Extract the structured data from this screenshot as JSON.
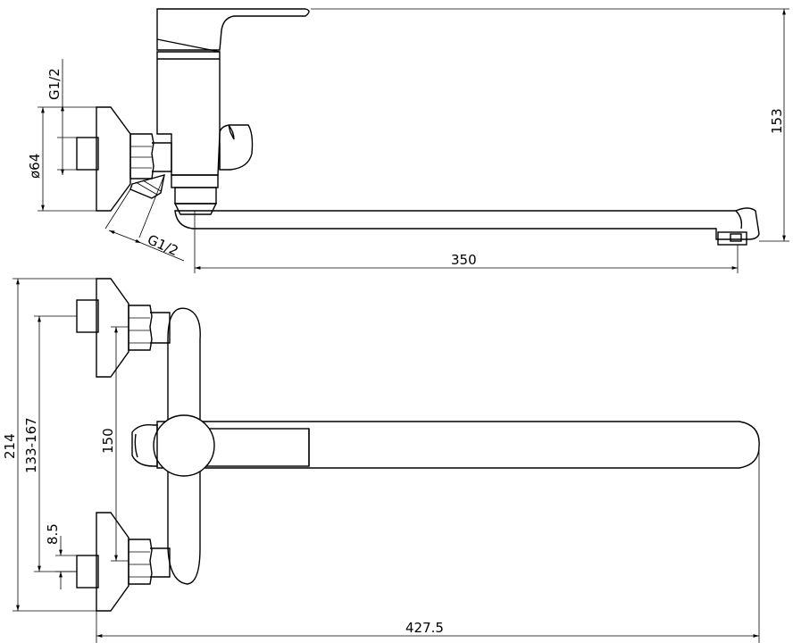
{
  "dimensions": {
    "g_inlet_top": "G1/2",
    "diameter": "ø64",
    "g_inlet_angled": "G1/2",
    "height_153": "153",
    "length_350": "350",
    "height_214": "214",
    "range_133_167": "133-167",
    "center_150": "150",
    "offset_8_5": "8.5",
    "length_427_5": "427.5"
  }
}
